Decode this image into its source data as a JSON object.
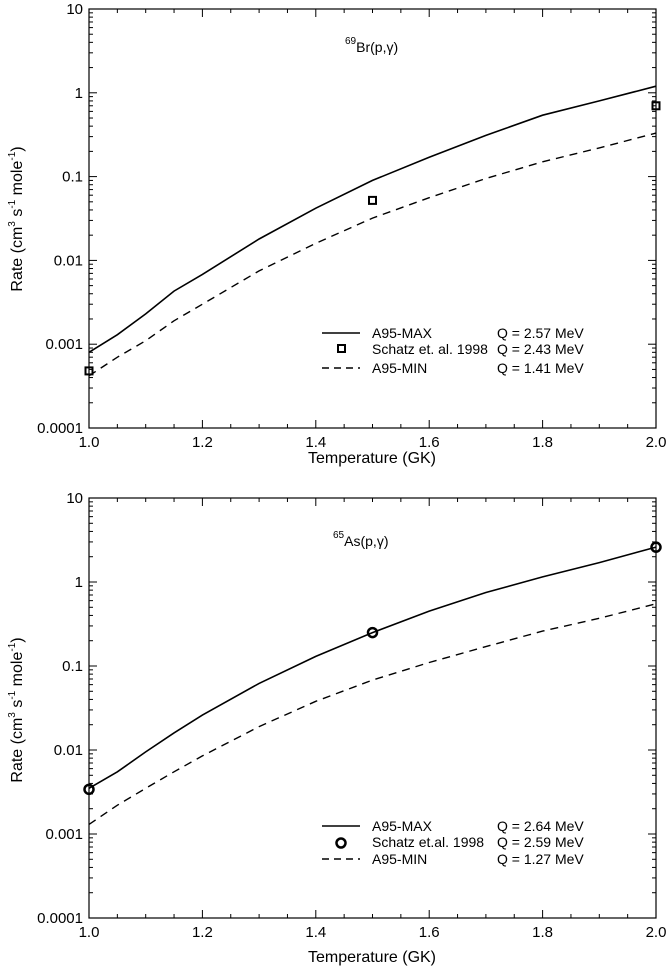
{
  "chart_data": [
    {
      "type": "line",
      "reaction": {
        "mass": "69",
        "rest": "Br(p,",
        "gamma": "γ",
        "close": ")"
      },
      "xlabel": "Temperature (GK)",
      "ylabel": {
        "p1": "Rate (cm",
        "s1": "3",
        "p2": " s",
        "s2": "-1",
        "p3": " mole",
        "s3": "-1",
        "p4": ")"
      },
      "xlim": [
        1.0,
        2.0
      ],
      "ylim": [
        0.0001,
        10
      ],
      "yscale": "log",
      "x_ticks": [
        "1.0",
        "1.2",
        "1.4",
        "1.6",
        "1.8",
        "2.0"
      ],
      "y_ticks": [
        "0.0001",
        "0.001",
        "0.01",
        "0.1",
        "1",
        "10"
      ],
      "legend_position": "bottom-right",
      "series": [
        {
          "name": "A95-MAX",
          "q": "Q = 2.57 MeV",
          "style": "solid",
          "x": [
            1.0,
            1.05,
            1.1,
            1.15,
            1.2,
            1.3,
            1.4,
            1.5,
            1.6,
            1.7,
            1.8,
            1.9,
            2.0
          ],
          "y": [
            0.0008,
            0.0013,
            0.0023,
            0.0043,
            0.0068,
            0.018,
            0.042,
            0.09,
            0.17,
            0.31,
            0.54,
            0.8,
            1.2
          ]
        },
        {
          "name": "Schatz et. al. 1998",
          "q": "Q = 2.43 MeV",
          "style": "square-marker",
          "x": [
            1.0,
            1.5,
            2.0
          ],
          "y": [
            0.00048,
            0.052,
            0.7
          ]
        },
        {
          "name": "A95-MIN",
          "q": "Q = 1.41 MeV",
          "style": "dashed",
          "x": [
            1.0,
            1.05,
            1.1,
            1.15,
            1.2,
            1.3,
            1.4,
            1.5,
            1.6,
            1.7,
            1.8,
            1.9,
            2.0
          ],
          "y": [
            0.00042,
            0.0007,
            0.0011,
            0.0019,
            0.003,
            0.0075,
            0.016,
            0.032,
            0.056,
            0.095,
            0.15,
            0.22,
            0.33
          ]
        }
      ]
    },
    {
      "type": "line",
      "reaction": {
        "mass": "65",
        "rest": "As(p,",
        "gamma": "γ",
        "close": ")"
      },
      "xlabel": "Temperature (GK)",
      "ylabel": {
        "p1": "Rate (cm",
        "s1": "3",
        "p2": " s",
        "s2": "-1",
        "p3": " mole",
        "s3": "-1",
        "p4": ")"
      },
      "xlim": [
        1.0,
        2.0
      ],
      "ylim": [
        0.0001,
        10
      ],
      "yscale": "log",
      "x_ticks": [
        "1.0",
        "1.2",
        "1.4",
        "1.6",
        "1.8",
        "2.0"
      ],
      "y_ticks": [
        "0.0001",
        "0.001",
        "0.01",
        "0.1",
        "1",
        "10"
      ],
      "legend_position": "bottom-right",
      "series": [
        {
          "name": "A95-MAX",
          "q": "Q = 2.64 MeV",
          "style": "solid",
          "x": [
            1.0,
            1.05,
            1.1,
            1.15,
            1.2,
            1.3,
            1.4,
            1.5,
            1.6,
            1.7,
            1.8,
            1.9,
            2.0
          ],
          "y": [
            0.0035,
            0.0055,
            0.0095,
            0.016,
            0.026,
            0.062,
            0.13,
            0.25,
            0.45,
            0.75,
            1.15,
            1.7,
            2.6
          ]
        },
        {
          "name": "Schatz et.al. 1998",
          "q": "Q = 2.59 MeV",
          "style": "circle-marker",
          "x": [
            1.0,
            1.5,
            2.0
          ],
          "y": [
            0.0034,
            0.25,
            2.6
          ]
        },
        {
          "name": "A95-MIN",
          "q": "Q = 1.27 MeV",
          "style": "dashed",
          "x": [
            1.0,
            1.05,
            1.1,
            1.15,
            1.2,
            1.3,
            1.4,
            1.5,
            1.6,
            1.7,
            1.8,
            1.9,
            2.0
          ],
          "y": [
            0.0013,
            0.0022,
            0.0035,
            0.0055,
            0.0085,
            0.019,
            0.038,
            0.068,
            0.11,
            0.17,
            0.26,
            0.37,
            0.55
          ]
        }
      ]
    }
  ]
}
